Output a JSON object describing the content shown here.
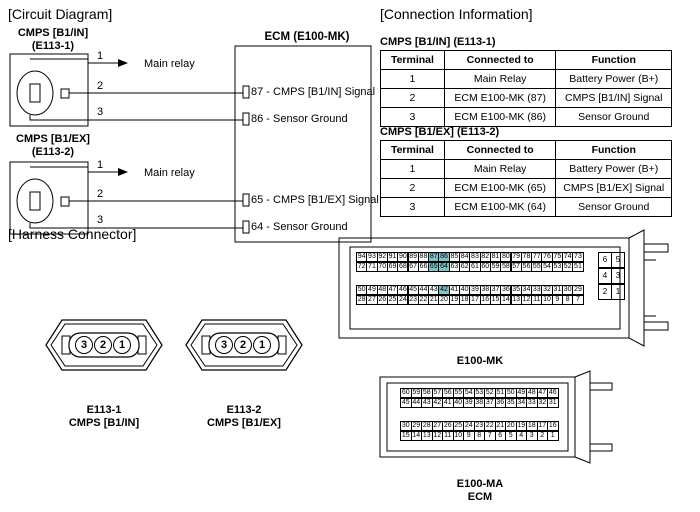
{
  "sections": {
    "circuit": "[Circuit Diagram]",
    "connection": "[Connection Information]",
    "harness": "[Harness Connector]"
  },
  "sensors": [
    {
      "name": "CMPS [B1/IN]",
      "code": "(E113-1)"
    },
    {
      "name": "CMPS [B1/EX]",
      "code": "(E113-2)"
    }
  ],
  "ecm_title": "ECM (E100-MK)",
  "circuit": {
    "s1": {
      "pin1": "1",
      "pin2": "2",
      "pin3": "3",
      "relay": "Main relay",
      "sig": "87 - CMPS [B1/IN] Signal",
      "gnd": "86 - Sensor Ground"
    },
    "s2": {
      "pin1": "1",
      "pin2": "2",
      "pin3": "3",
      "relay": "Main relay",
      "sig": "65 - CMPS [B1/EX] Signal",
      "gnd": "64 - Sensor Ground"
    }
  },
  "tables": [
    {
      "caption": "CMPS [B1/IN] (E113-1)",
      "headers": [
        "Terminal",
        "Connected to",
        "Function"
      ],
      "rows": [
        [
          "1",
          "Main Relay",
          "Battery Power (B+)"
        ],
        [
          "2",
          "ECM E100-MK (87)",
          "CMPS [B1/IN] Signal"
        ],
        [
          "3",
          "ECM E100-MK (86)",
          "Sensor Ground"
        ]
      ]
    },
    {
      "caption": "CMPS [B1/EX] (E113-2)",
      "headers": [
        "Terminal",
        "Connected to",
        "Function"
      ],
      "rows": [
        [
          "1",
          "Main Relay",
          "Battery Power (B+)"
        ],
        [
          "2",
          "ECM E100-MK (65)",
          "CMPS [B1/EX] Signal"
        ],
        [
          "3",
          "ECM E100-MK (64)",
          "Sensor Ground"
        ]
      ]
    }
  ],
  "harness": {
    "pins": [
      "3",
      "2",
      "1"
    ],
    "c1": {
      "line1": "E113-1",
      "line2": "CMPS [B1/IN]"
    },
    "c2": {
      "line1": "E113-2",
      "line2": "CMPS [B1/EX]"
    },
    "mk_label": "E100-MK",
    "ma_label1": "E100-MA",
    "ma_label2": "ECM",
    "mk_rows": [
      [
        "94",
        "93",
        "92",
        "91",
        "90",
        "89",
        "88",
        "87",
        "86",
        "85",
        "84",
        "83",
        "82",
        "81",
        "80",
        "79",
        "78",
        "77",
        "76",
        "75",
        "74",
        "73"
      ],
      [
        "72",
        "71",
        "70",
        "69",
        "68",
        "67",
        "66",
        "65",
        "64",
        "63",
        "62",
        "61",
        "60",
        "59",
        "58",
        "57",
        "56",
        "55",
        "54",
        "53",
        "52",
        "51"
      ],
      [
        "50",
        "49",
        "48",
        "47",
        "46",
        "45",
        "44",
        "43",
        "42",
        "41",
        "40",
        "39",
        "38",
        "37",
        "36",
        "35",
        "34",
        "33",
        "32",
        "31",
        "30",
        "29"
      ],
      [
        "28",
        "27",
        "26",
        "25",
        "24",
        "23",
        "22",
        "21",
        "20",
        "19",
        "18",
        "17",
        "16",
        "15",
        "14",
        "13",
        "12",
        "11",
        "10",
        "9",
        "8",
        "7"
      ]
    ],
    "mk_side": [
      [
        "6",
        "5"
      ],
      [
        "4",
        "3"
      ],
      [
        "2",
        "1"
      ]
    ],
    "mk_highlight": [
      "87",
      "86",
      "65",
      "64",
      "42"
    ],
    "ma_rows": [
      [
        "60",
        "59",
        "58",
        "57",
        "56",
        "55",
        "54",
        "53",
        "52",
        "51",
        "50",
        "49",
        "48",
        "47",
        "46"
      ],
      [
        "45",
        "44",
        "43",
        "42",
        "41",
        "40",
        "39",
        "38",
        "37",
        "36",
        "35",
        "34",
        "33",
        "32",
        "31"
      ],
      [
        "30",
        "29",
        "28",
        "27",
        "26",
        "25",
        "24",
        "23",
        "22",
        "21",
        "20",
        "19",
        "18",
        "17",
        "16"
      ],
      [
        "15",
        "14",
        "13",
        "12",
        "11",
        "10",
        "9",
        "8",
        "7",
        "6",
        "5",
        "4",
        "3",
        "2",
        "1"
      ]
    ]
  }
}
